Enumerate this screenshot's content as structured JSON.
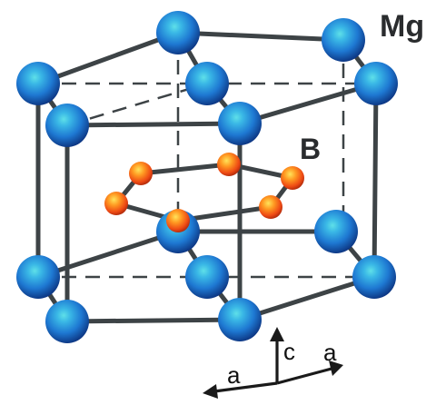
{
  "labels": {
    "mg": "Mg",
    "b": "B"
  },
  "axes": {
    "c": "c",
    "a1": "a",
    "a2": "a"
  },
  "colors": {
    "mg_atom": "#1e78d2",
    "b_atom": "#ee4a14",
    "bond": "#3d4346"
  }
}
